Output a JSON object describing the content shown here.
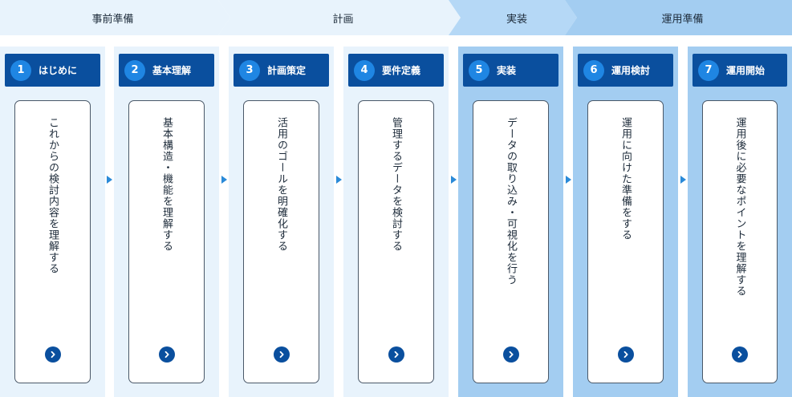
{
  "phases": [
    {
      "label": "事前準備"
    },
    {
      "label": "計画"
    },
    {
      "label": "実装"
    },
    {
      "label": "運用準備"
    }
  ],
  "steps": [
    {
      "number": "1",
      "title": "はじめに",
      "description": "これからの検討内容を理解する"
    },
    {
      "number": "2",
      "title": "基本理解",
      "description": "基本構造・機能を理解する"
    },
    {
      "number": "3",
      "title": "計画策定",
      "description": "活用のゴールを明確化する"
    },
    {
      "number": "4",
      "title": "要件定義",
      "description": "管理するデータを検討する"
    },
    {
      "number": "5",
      "title": "実装",
      "description": "データの取り込み・可視化を行う"
    },
    {
      "number": "6",
      "title": "運用検討",
      "description": "運用に向けた準備をする"
    },
    {
      "number": "7",
      "title": "運用開始",
      "description": "運用後に必要なポイントを理解する"
    }
  ],
  "icons": {
    "step_link": "chevron-right-circle-icon",
    "step_arrow": "triangle-right-icon"
  },
  "colors": {
    "step_header": "#0a4f9e",
    "step_number": "#1f86e3",
    "phase_light": "#e8f3fc",
    "phase_active": "#a3cdf1",
    "arrow": "#2a8ad8"
  }
}
